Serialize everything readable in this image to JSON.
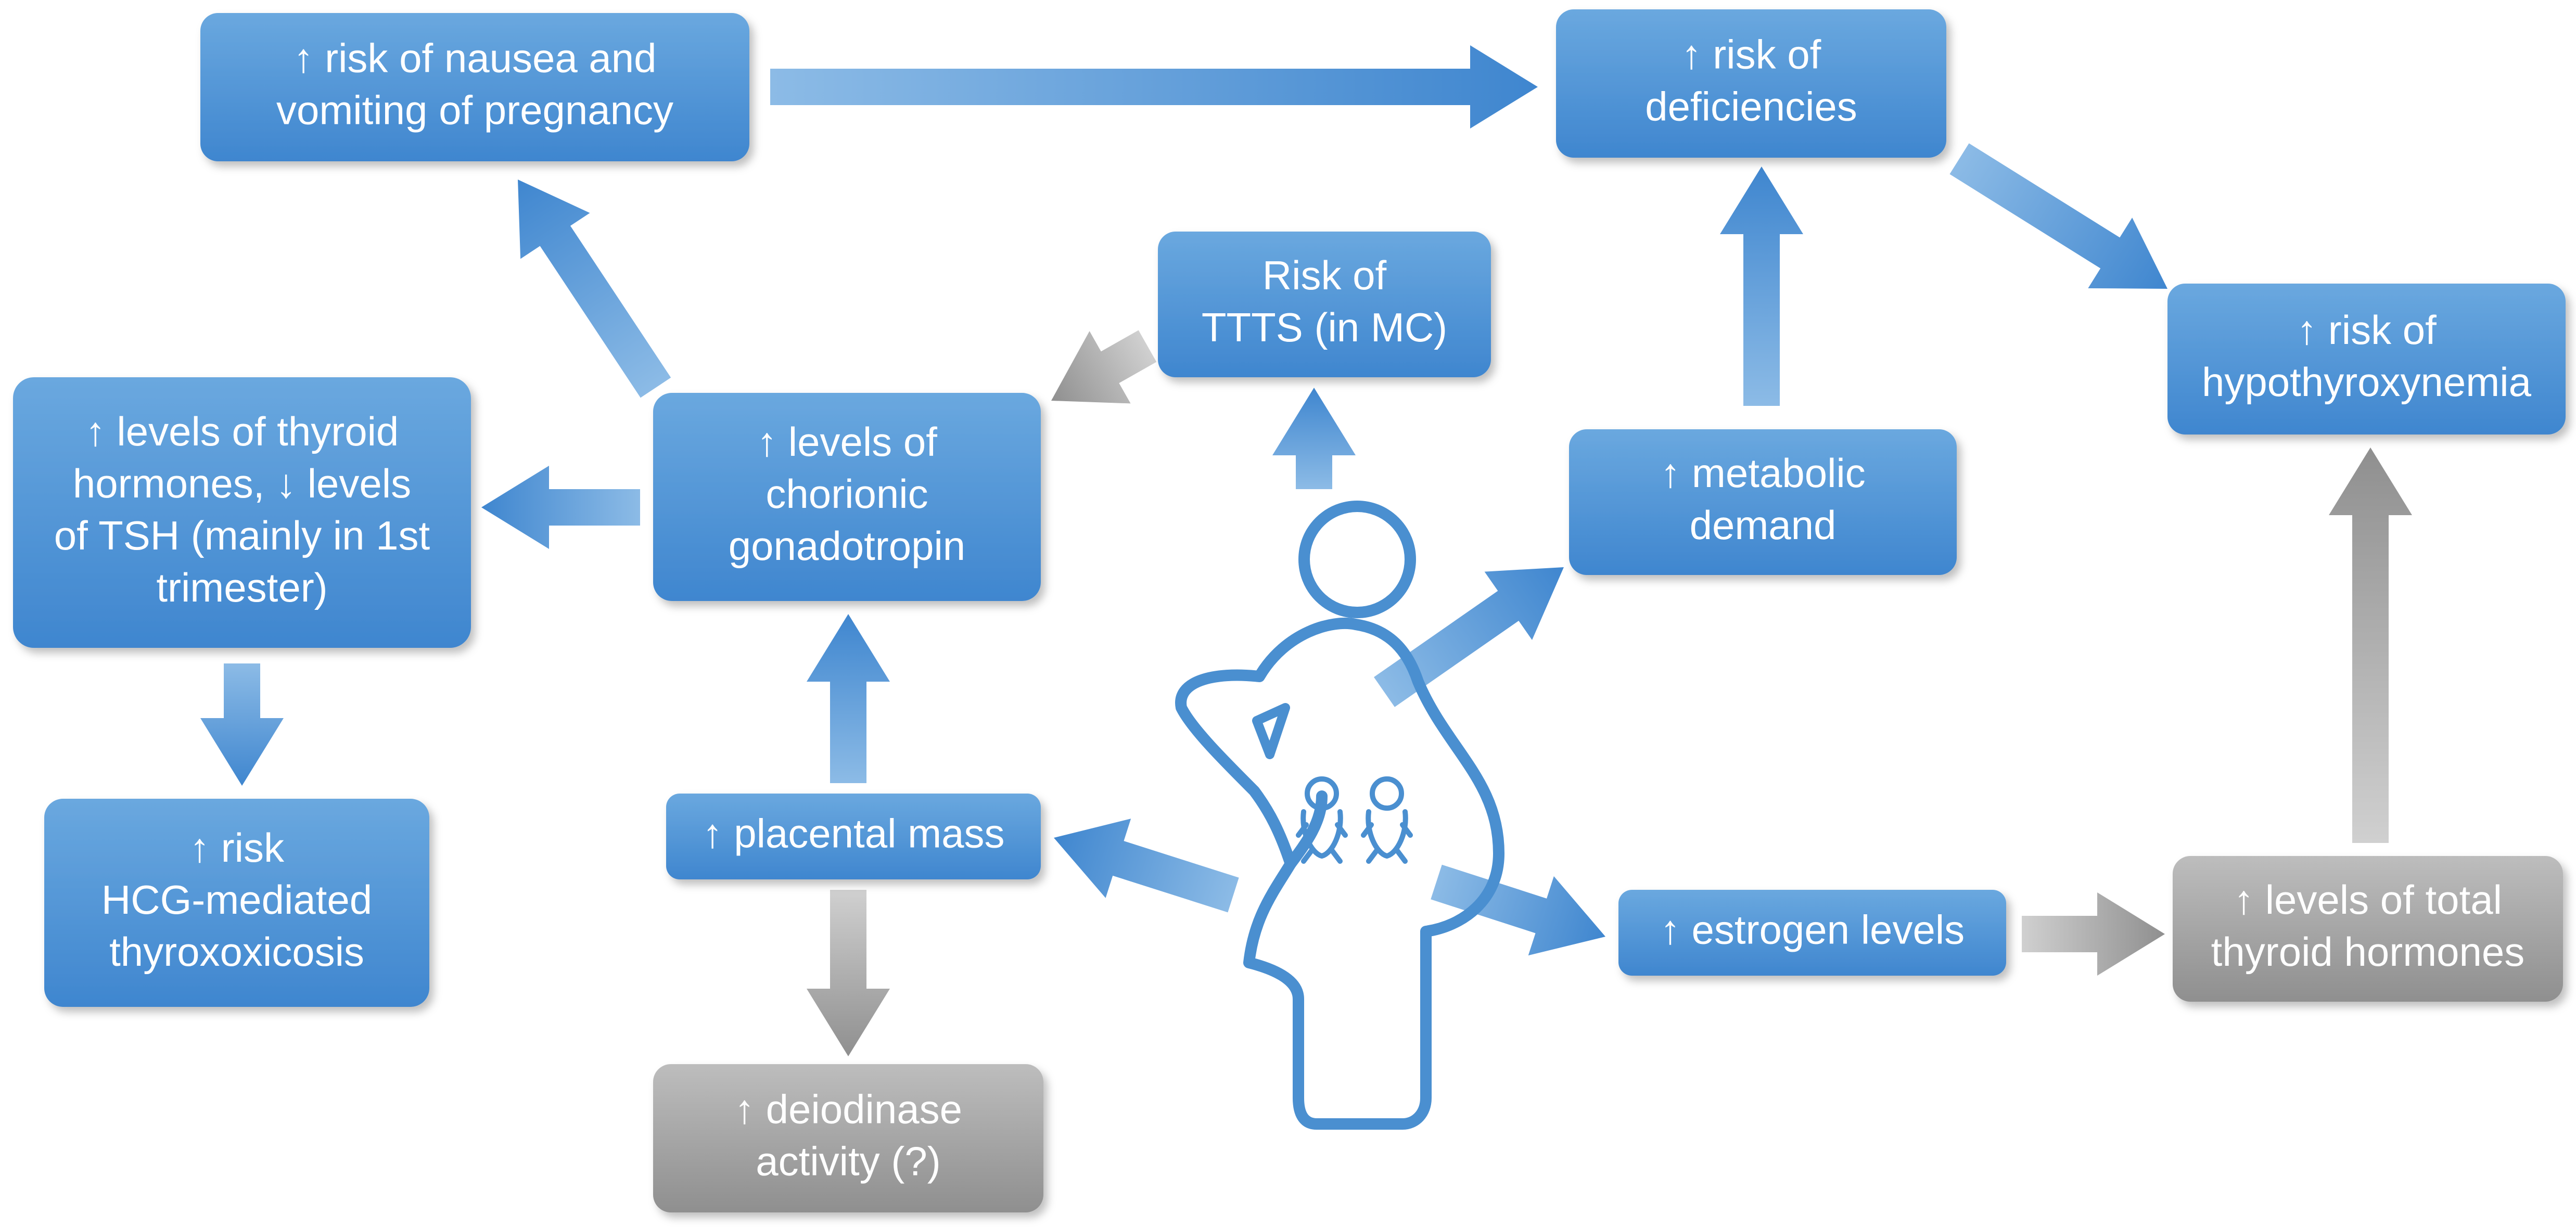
{
  "colors": {
    "blue_light": "#6aa8df",
    "blue_dark": "#3f86cf",
    "gray_light": "#bdbdbd",
    "gray_dark": "#8f8f8f",
    "outline": "#4a8fd0"
  },
  "nodes": [
    {
      "id": "nausea",
      "lines": [
        "↑ risk of nausea and",
        "vomiting of pregnancy"
      ],
      "color": "blue"
    },
    {
      "id": "deficiencies",
      "lines": [
        "↑ risk of",
        "deficiencies"
      ],
      "color": "blue"
    },
    {
      "id": "ttts",
      "lines": [
        "Risk of",
        "TTTS (in MC)"
      ],
      "color": "blue"
    },
    {
      "id": "hypothyroxynemia",
      "lines": [
        "↑ risk of",
        "hypothyroxynemia"
      ],
      "color": "blue"
    },
    {
      "id": "thyroid",
      "lines": [
        "↑ levels of thyroid",
        "hormones, ↓ levels",
        "of TSH (mainly in 1st",
        "trimester)"
      ],
      "color": "blue"
    },
    {
      "id": "hcg",
      "lines": [
        "↑ levels of",
        "chorionic",
        "gonadotropin"
      ],
      "color": "blue"
    },
    {
      "id": "metabolic",
      "lines": [
        "↑ metabolic",
        "demand"
      ],
      "color": "blue"
    },
    {
      "id": "thyroxicosis",
      "lines": [
        "↑ risk",
        "HCG-mediated",
        "thyroxoxicosis"
      ],
      "color": "blue"
    },
    {
      "id": "placental",
      "lines": [
        "↑ placental mass"
      ],
      "color": "blue"
    },
    {
      "id": "estrogen",
      "lines": [
        "↑ estrogen levels"
      ],
      "color": "blue"
    },
    {
      "id": "total-thyroid",
      "lines": [
        "↑ levels of total",
        "thyroid hormones"
      ],
      "color": "gray"
    },
    {
      "id": "deiodinase",
      "lines": [
        "↑ deiodinase",
        "activity (?)"
      ],
      "color": "gray"
    }
  ],
  "edges": [
    {
      "from": "nausea",
      "to": "deficiencies",
      "color": "blue"
    },
    {
      "from": "deficiencies",
      "to": "hypothyroxynemia",
      "color": "blue"
    },
    {
      "from": "hcg",
      "to": "nausea",
      "color": "blue"
    },
    {
      "from": "hcg",
      "to": "thyroid",
      "color": "blue"
    },
    {
      "from": "thyroid",
      "to": "thyroxicosis",
      "color": "blue"
    },
    {
      "from": "placental",
      "to": "hcg",
      "color": "blue"
    },
    {
      "from": "placental",
      "to": "deiodinase",
      "color": "gray"
    },
    {
      "from": "woman",
      "to": "ttts",
      "color": "blue"
    },
    {
      "from": "ttts",
      "to": "hcg",
      "color": "gray"
    },
    {
      "from": "woman",
      "to": "placental",
      "color": "blue"
    },
    {
      "from": "woman",
      "to": "metabolic",
      "color": "blue"
    },
    {
      "from": "metabolic",
      "to": "deficiencies",
      "color": "blue"
    },
    {
      "from": "woman",
      "to": "estrogen",
      "color": "blue"
    },
    {
      "from": "estrogen",
      "to": "total-thyroid",
      "color": "gray"
    },
    {
      "from": "total-thyroid",
      "to": "hypothyroxynemia",
      "color": "gray"
    }
  ],
  "center_figure": {
    "icon": "pregnant-woman-with-twins-icon"
  }
}
